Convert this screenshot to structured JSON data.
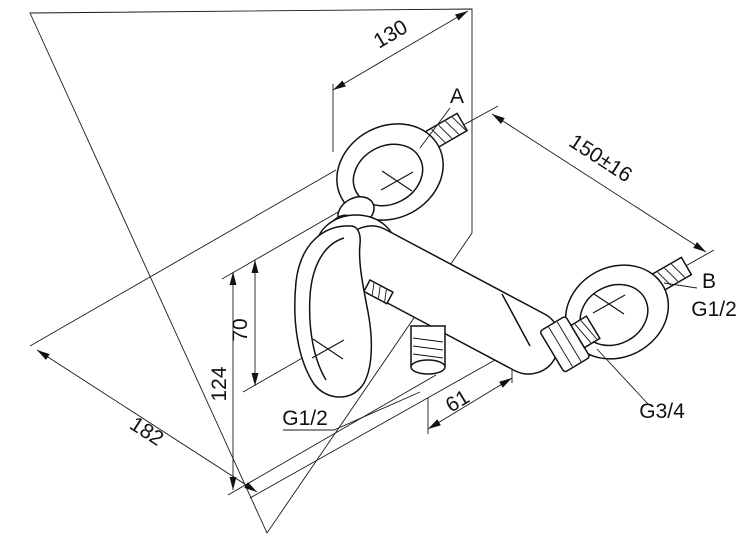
{
  "labels": {
    "dim_130": "130",
    "dim_150": "150±16",
    "dim_70": "70",
    "dim_124": "124",
    "dim_182": "182",
    "dim_61": "61",
    "conn_a": "A",
    "conn_b": "B",
    "thread_b": "G1/2",
    "thread_outlet": "G1/2",
    "thread_union": "G3/4"
  },
  "colors": {
    "line": "#111111",
    "background": "#ffffff"
  }
}
